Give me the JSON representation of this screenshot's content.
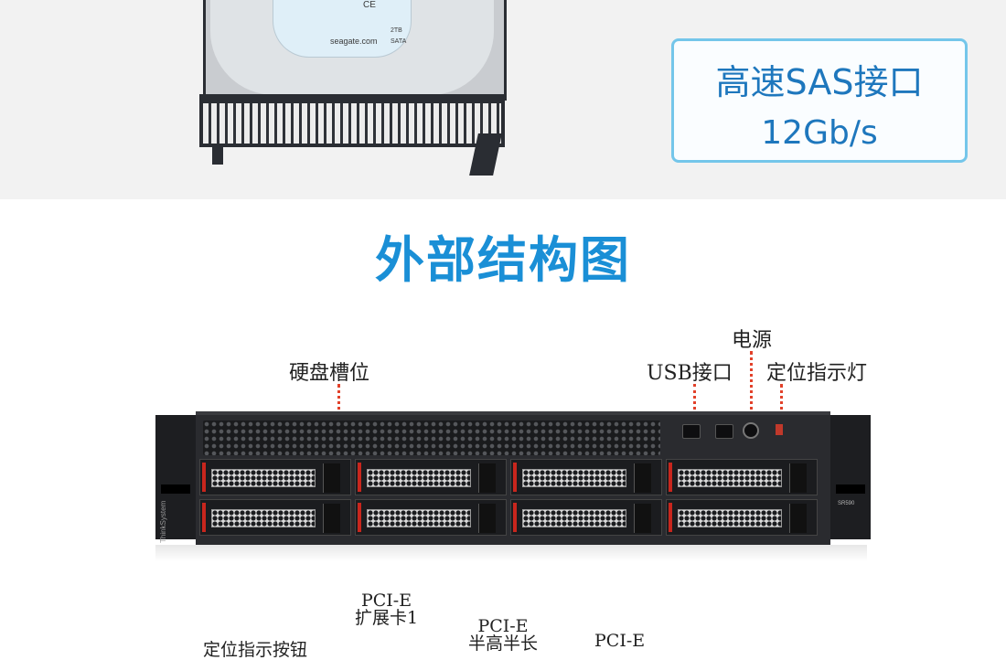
{
  "top_banner": {
    "hdd_label_texts": [
      "seagate.com",
      "2TB",
      "SATA",
      "CE"
    ],
    "badge_line1": "高速SAS接口",
    "badge_line2": "12Gb/s",
    "accent_color": "#1e77bd",
    "badge_border_color": "#74c6ea"
  },
  "section": {
    "title": "外部结构图",
    "title_color": "#1a8fd6"
  },
  "front_callouts": {
    "drive_bay": "硬盘槽位",
    "usb": "USB接口",
    "power": "电源",
    "locator_led": "定位指示灯"
  },
  "server": {
    "brand": "ThinkSystem",
    "model_tag": "SR590",
    "bay_count": 8,
    "icons": [
      "usb-port-icon",
      "power-button-icon",
      "locator-led-icon"
    ]
  },
  "rear_callouts": {
    "pcie1_line1": "PCI-E",
    "pcie1_line2": "扩展卡1",
    "pcie_half_line1": "PCI-E",
    "pcie_half_line2": "半高半长",
    "pcie3_line1": "PCI-E",
    "locator_button": "定位指示按钮"
  },
  "marker_color": "#e2412a"
}
